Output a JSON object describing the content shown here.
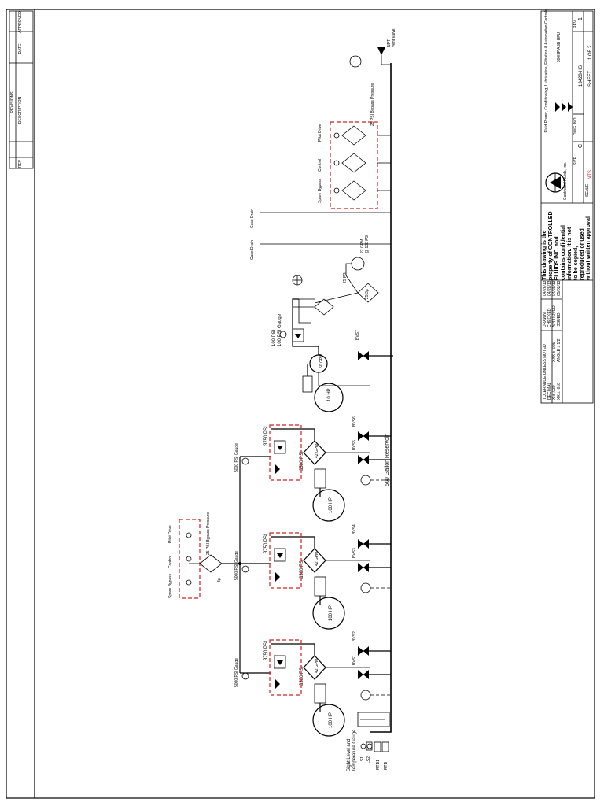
{
  "title_block": {
    "notice": [
      "This drawing is the",
      "property of CONTROLLED",
      "FLUIDS INC. and",
      "contains confidential",
      "information.  It is not",
      "to be copied,",
      "reproduced or used",
      "without written approval"
    ],
    "company": "Controlled Fluids, Inc.",
    "company_sub": "Fluid Power, Conditioning, Lubrication, Filtration & Automation Controls",
    "drawing_title": "300HP ASB HPU",
    "dwg_no_label": "DWG. NO.",
    "dwg_no": "13428-HS",
    "rev_label": "REV.",
    "rev": "1",
    "size_label": "SIZE",
    "size": "C",
    "scale_label": "SCALE",
    "scale": "NTS",
    "sheet_label": "SHEET",
    "sheet": "1 OF 2",
    "tolerance_header": "TOLERANCE UNLESS NOTED",
    "tolerance_rows": [
      "DECIMAL",
      "X ± .030",
      "XX ± .010",
      "XXX ± .005",
      "ANGLE ± 1/2°"
    ],
    "approvals": [
      {
        "role": "DRAWN",
        "date": "04/26/13"
      },
      {
        "role": "CHECKED",
        "date": "04/28/13"
      },
      {
        "role": "APPROVED",
        "date": "04/29/13"
      },
      {
        "role": "ISSUED",
        "date": "05/02/13"
      }
    ]
  },
  "revisions": {
    "header": "REVISIONS",
    "columns": [
      "REV",
      "DESCRIPTION",
      "DATE",
      "APPROVED"
    ]
  },
  "schematic": {
    "reservoir": "500 Gallon Reservoir",
    "sight_level": [
      "Sight Level and",
      "Temperature Gauge"
    ],
    "ls1": "LS1",
    "ls2": "LS2",
    "rtd1": "RTD1",
    "rtd": "RTD",
    "pump_units": [
      {
        "motor": "100 HP",
        "gpm": "42 GPM",
        "comp": "3500 PSI",
        "relief": "3750 PSI",
        "gauge": "5000 PSI Gauge",
        "bv_a": "BVS2",
        "bv_b": "BVS1"
      },
      {
        "motor": "100 HP",
        "gpm": "42 GPM",
        "comp": "3500 PSI",
        "relief": "3750 PSI",
        "gauge": "5000 PSI Gauge",
        "bv_a": "BVS4",
        "bv_b": "BVS3"
      },
      {
        "motor": "100 HP",
        "gpm": "42 GPM",
        "comp": "3500 PSI",
        "relief": "3750 PSI",
        "gauge": "5000 PSI Gauge",
        "bv_a": "BVS6",
        "bv_b": "BVS5"
      }
    ],
    "cooling": {
      "motor": "10 HP",
      "gpm": "50 GPM",
      "relief": "100 PSI",
      "gauge": "100 PSI Gauge",
      "bv": "BVS7",
      "filter": "25 3µ"
    },
    "heat_exchanger": {
      "label": "25 PSI",
      "flow": "22 GPM",
      "press": "@ 100 PSI"
    },
    "filter_manifold": {
      "spare": "Spare Bypass",
      "control": "Control",
      "pilot": "Pilot Drive",
      "bypass": "25 PSI Bypass Pressure",
      "filter": "3µ"
    },
    "return_manifold": {
      "spare": "Spare Bypass",
      "control": "Control",
      "pilot": "Pilot Drive",
      "bypass": "25 PSI Bypass Pressure"
    },
    "drains": [
      "Case Drain",
      "Case Drain"
    ],
    "vent_valve": [
      "NPT",
      "Vent Valve"
    ]
  }
}
